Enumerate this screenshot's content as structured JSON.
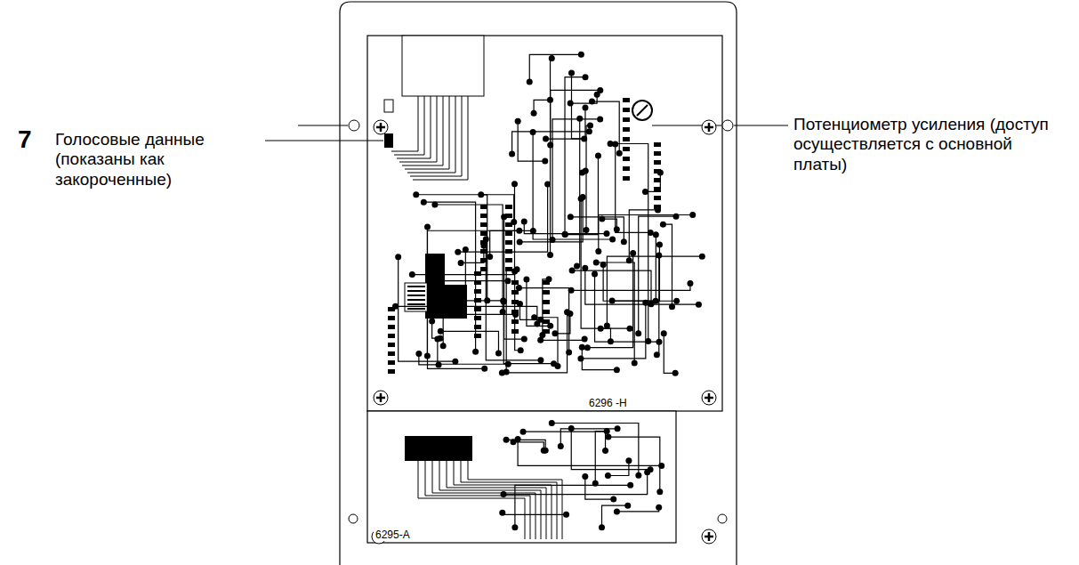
{
  "diagram": {
    "labels": [
      "7",
      "Голосовые данные (показаны как закороченные)",
      "Потенциометр усиления (доступ осуществляется с основной платы)",
      "6296 -H",
      "6295-A"
    ]
  }
}
